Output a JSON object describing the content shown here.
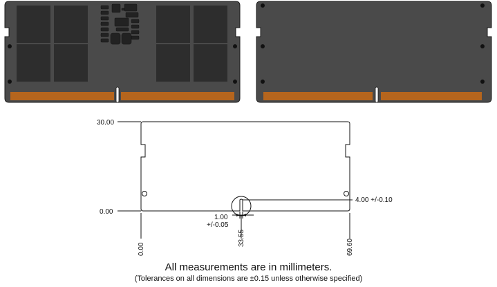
{
  "dimensions": {
    "y_top": "30.00",
    "y_zero": "0.00",
    "x_zero": "0.00",
    "x_notch": "33.55",
    "x_end": "69.60",
    "notch_depth": "4.00 +/-0.10",
    "notch_width_value": "1.00",
    "notch_width_tol": "+/-0.05"
  },
  "notes": {
    "units": "All measurements are in millimeters.",
    "tolerance": "(Tolerances on all dimensions are ±0.15 unless otherwise specified)"
  },
  "colors": {
    "pcb": "#4a4a4a",
    "chip": "#2d2d2d",
    "contacts": "#b5651d",
    "outline": "#111111"
  }
}
